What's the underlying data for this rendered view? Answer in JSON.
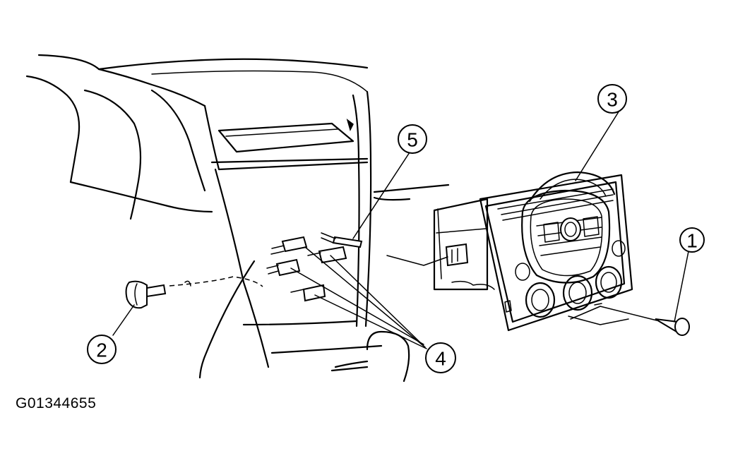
{
  "callouts": [
    {
      "id": "callout-1",
      "label": "1"
    },
    {
      "id": "callout-2",
      "label": "2"
    },
    {
      "id": "callout-3",
      "label": "3"
    },
    {
      "id": "callout-4",
      "label": "4"
    },
    {
      "id": "callout-5",
      "label": "5"
    }
  ],
  "figure_id": "G01344655"
}
